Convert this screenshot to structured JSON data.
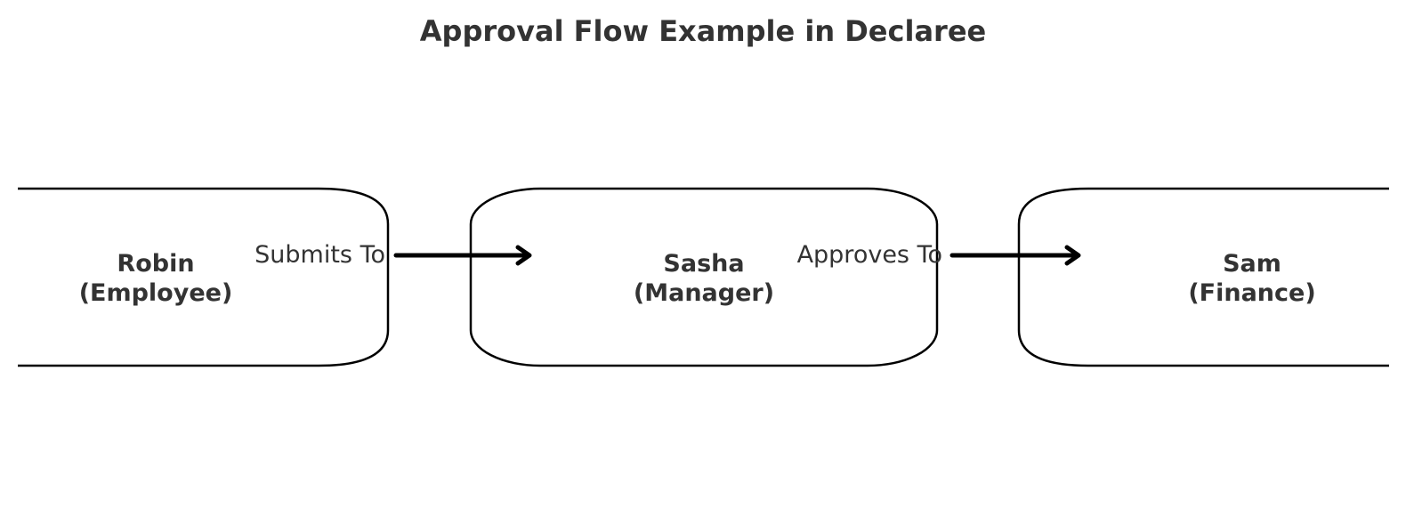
{
  "diagram": {
    "title": "Approval Flow Example in Declaree",
    "nodes": [
      {
        "id": "robin",
        "name": "Robin",
        "role": "(Employee)"
      },
      {
        "id": "sasha",
        "name": "Sasha",
        "role": "(Manager)"
      },
      {
        "id": "sam",
        "name": "Sam",
        "role": "(Finance)"
      }
    ],
    "edges": [
      {
        "from": "robin",
        "to": "sasha",
        "label": "Submits To"
      },
      {
        "from": "sasha",
        "to": "sam",
        "label": "Approves To"
      }
    ],
    "colors": {
      "text": "#333333",
      "stroke": "#000000",
      "background": "#ffffff"
    }
  }
}
